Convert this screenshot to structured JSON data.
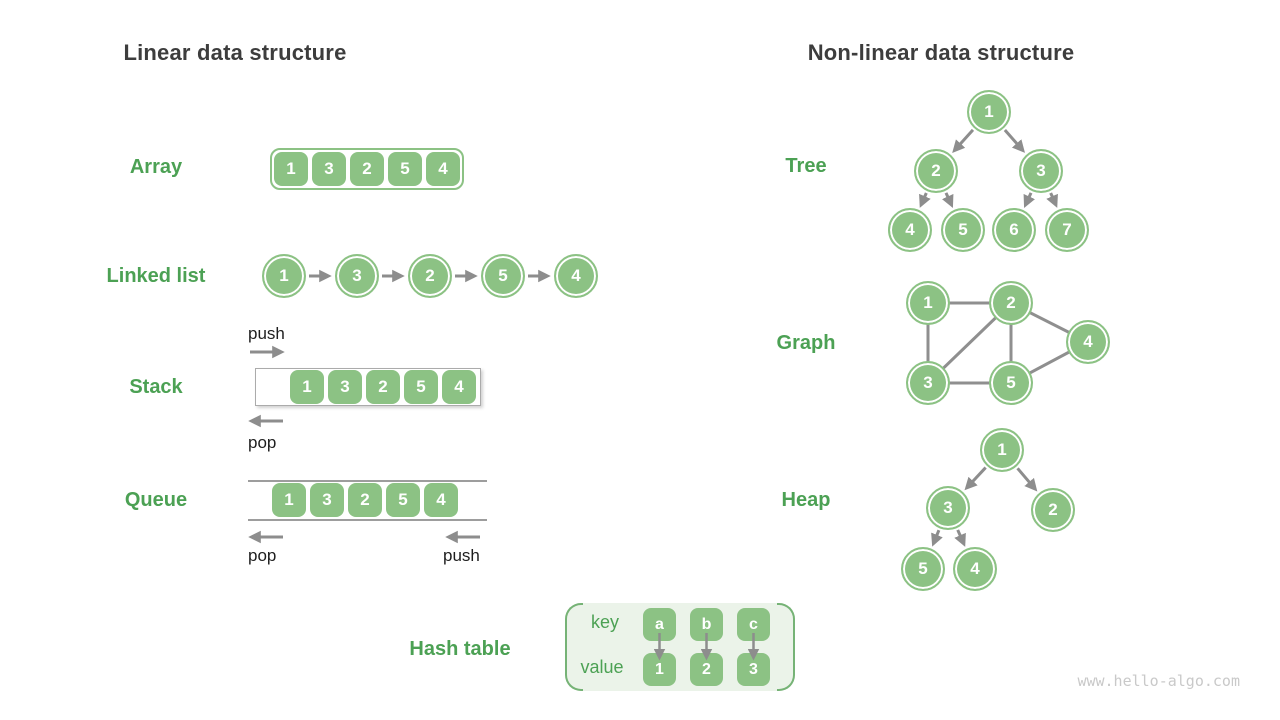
{
  "titles": {
    "left": "Linear data structure",
    "right": "Non-linear data structure"
  },
  "watermark": "www.hello-algo.com",
  "colors": {
    "node_green": "#8cc284",
    "label_green": "#4ca154",
    "title_dark": "#3d3d3d",
    "arrow_gray": "#8d8d8d",
    "hash_bg": "#ebf3e9",
    "hash_bracket": "#76b376",
    "watermark_gray": "#c9c9c9"
  },
  "array": {
    "label": "Array",
    "cells": [
      "1",
      "3",
      "2",
      "5",
      "4"
    ]
  },
  "linked_list": {
    "label": "Linked list",
    "nodes": [
      "1",
      "3",
      "2",
      "5",
      "4"
    ]
  },
  "stack": {
    "label": "Stack",
    "cells": [
      "1",
      "3",
      "2",
      "5",
      "4"
    ],
    "push_label": "push",
    "pop_label": "pop"
  },
  "queue": {
    "label": "Queue",
    "cells": [
      "1",
      "3",
      "2",
      "5",
      "4"
    ],
    "pop_label": "pop",
    "push_label": "push"
  },
  "hash_table": {
    "label": "Hash table",
    "key_label": "key",
    "value_label": "value",
    "keys": [
      "a",
      "b",
      "c"
    ],
    "values": [
      "1",
      "2",
      "3"
    ]
  },
  "tree": {
    "label": "Tree",
    "nodes": [
      "1",
      "2",
      "3",
      "4",
      "5",
      "6",
      "7"
    ],
    "edges": [
      [
        0,
        1
      ],
      [
        0,
        2
      ],
      [
        1,
        3
      ],
      [
        1,
        4
      ],
      [
        2,
        5
      ],
      [
        2,
        6
      ]
    ]
  },
  "graph": {
    "label": "Graph",
    "nodes": [
      "1",
      "2",
      "3",
      "4",
      "5"
    ],
    "edges": [
      [
        0,
        1
      ],
      [
        0,
        2
      ],
      [
        1,
        2
      ],
      [
        1,
        3
      ],
      [
        1,
        4
      ],
      [
        2,
        4
      ],
      [
        3,
        4
      ]
    ]
  },
  "heap": {
    "label": "Heap",
    "nodes": [
      "1",
      "3",
      "2",
      "5",
      "4"
    ],
    "edges": [
      [
        0,
        1
      ],
      [
        0,
        2
      ],
      [
        1,
        3
      ],
      [
        1,
        4
      ]
    ]
  }
}
